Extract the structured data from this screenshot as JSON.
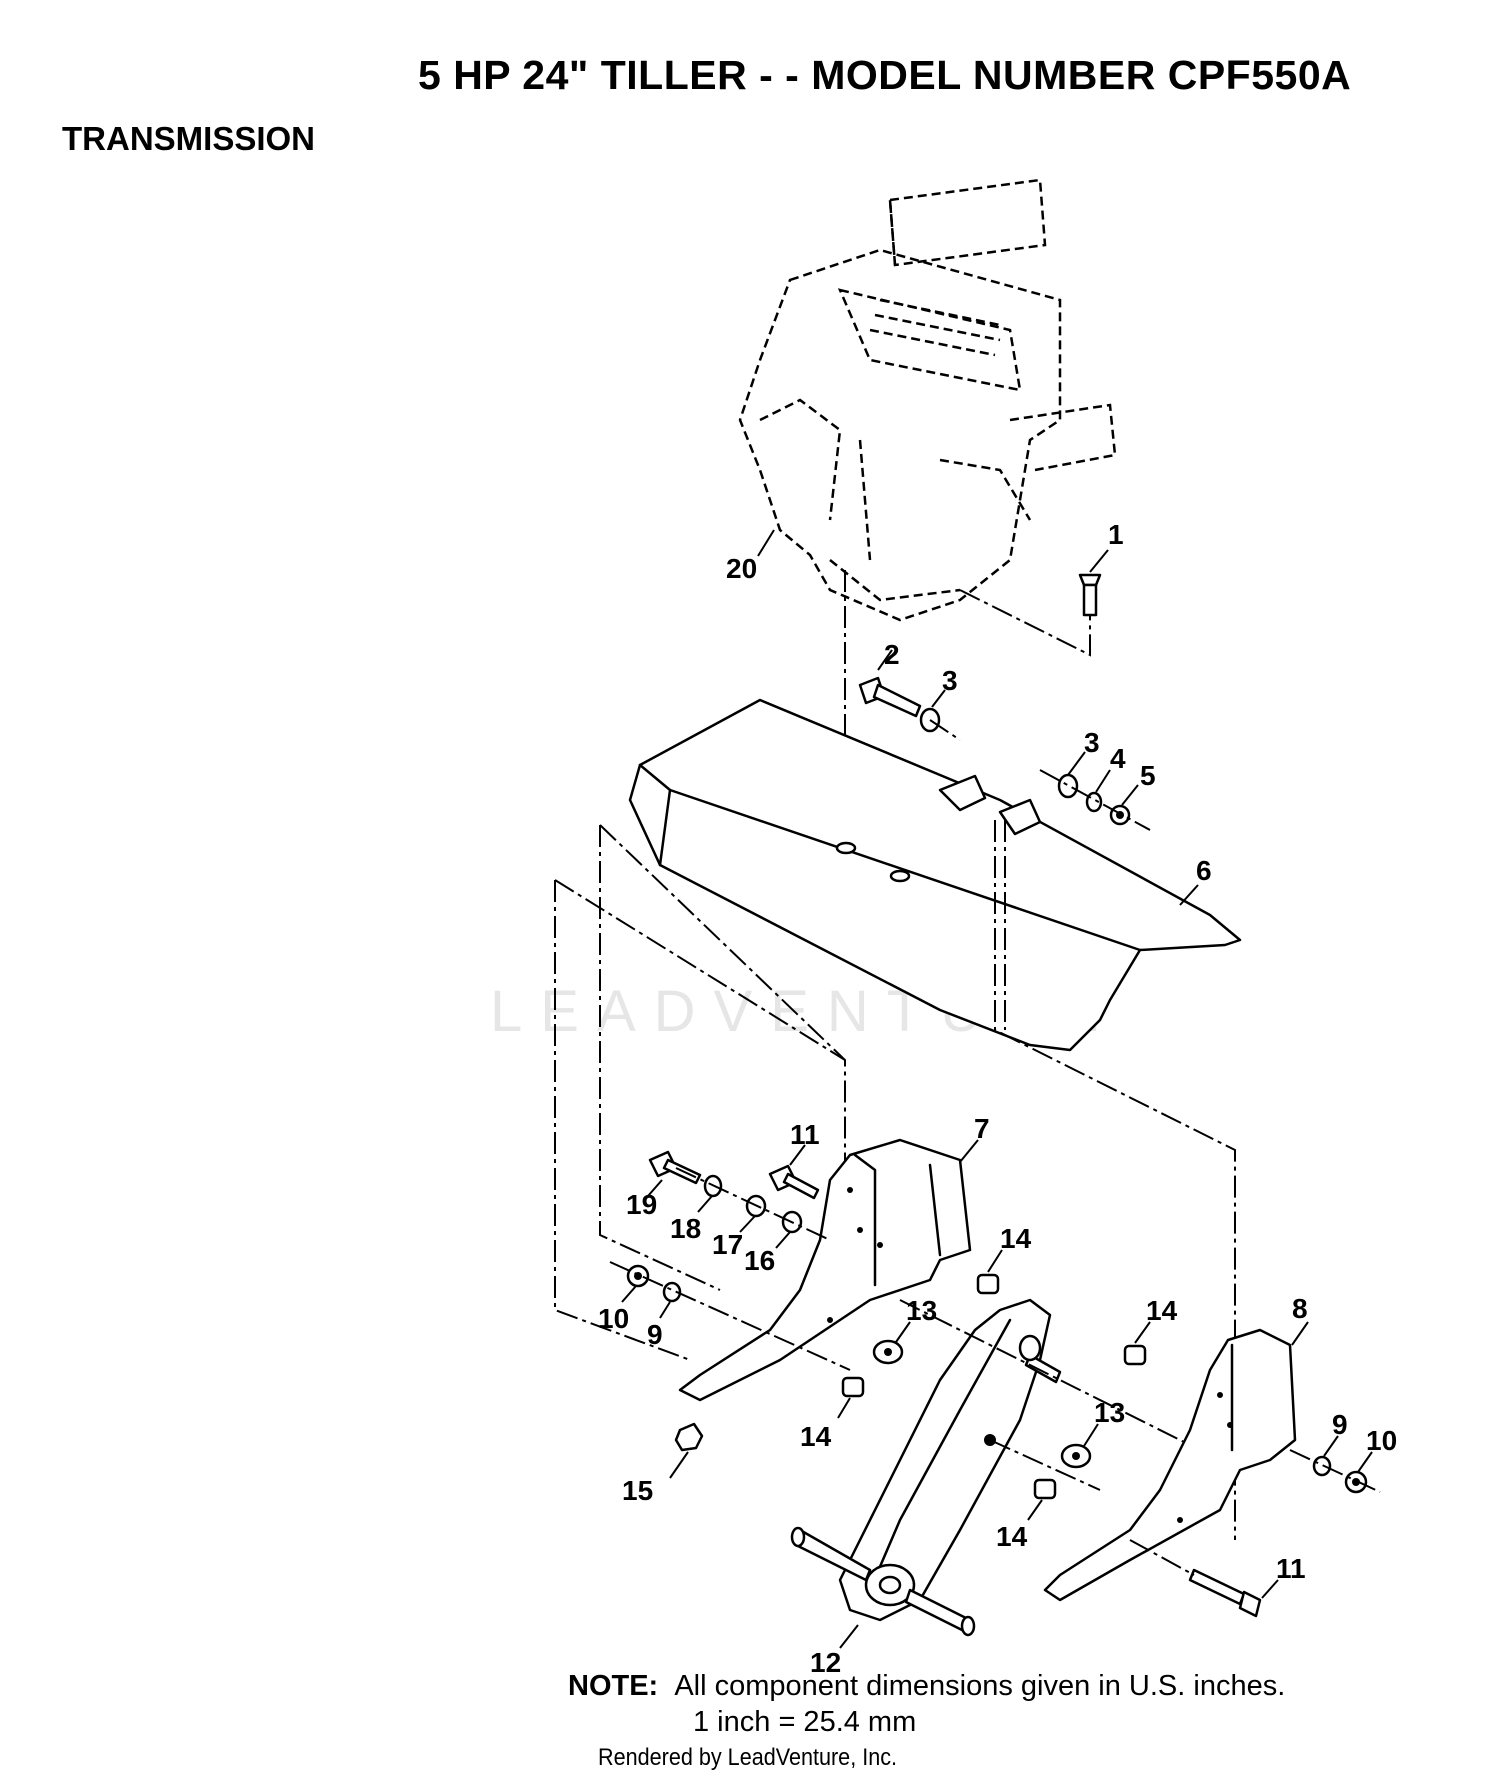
{
  "header": {
    "title": "5 HP  24\" TILLER - - MODEL NUMBER CPF550A",
    "section": "TRANSMISSION"
  },
  "callouts": {
    "c1": "1",
    "c2": "2",
    "c3a": "3",
    "c3b": "3",
    "c4": "4",
    "c5": "5",
    "c6": "6",
    "c7": "7",
    "c8": "8",
    "c9a": "9",
    "c9b": "9",
    "c10a": "10",
    "c10b": "10",
    "c11a": "11",
    "c11b": "11",
    "c12": "12",
    "c13a": "13",
    "c13b": "13",
    "c14a": "14",
    "c14b": "14",
    "c14c": "14",
    "c14d": "14",
    "c15": "15",
    "c16": "16",
    "c17": "17",
    "c18": "18",
    "c19": "19",
    "c20": "20"
  },
  "note": {
    "label": "NOTE:",
    "line1": "All component dimensions given in U.S. inches.",
    "line2": "1 inch = 25.4 mm"
  },
  "watermark": "LEADVENTURE",
  "footer": "Rendered by LeadVenture, Inc."
}
